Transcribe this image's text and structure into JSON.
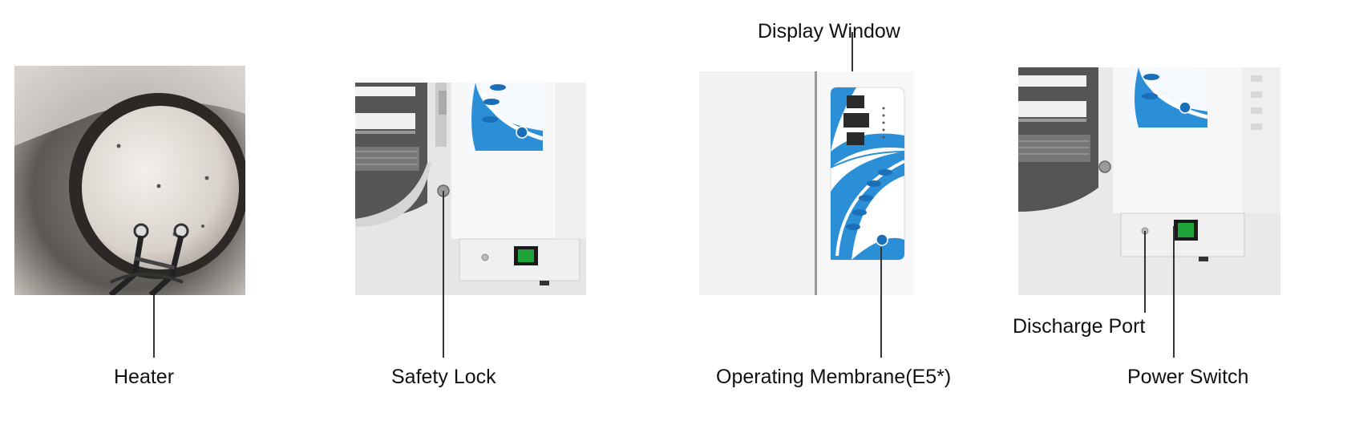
{
  "labels": {
    "heater": "Heater",
    "safety_lock": "Safety Lock",
    "display_window": "Display Window",
    "operating_membrane": "Operating Membrane(E5*)",
    "discharge_port": "Discharge Port",
    "power_switch": "Power Switch"
  },
  "colors": {
    "panel_blue": "#2a8fd6",
    "panel_dark_blue": "#1b6fb8",
    "switch_green": "#1fa23a",
    "casing_white": "#f4f4f4"
  }
}
